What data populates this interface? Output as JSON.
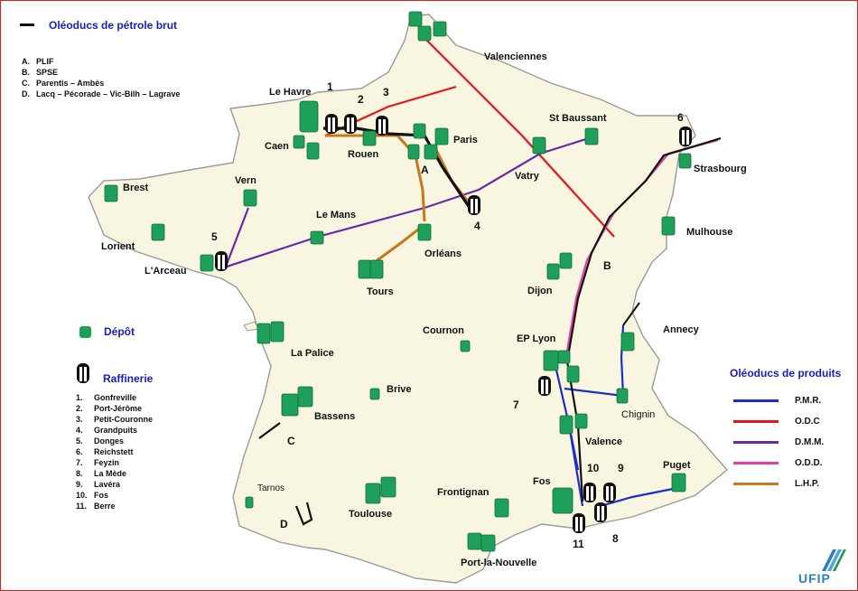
{
  "crude_legend": {
    "title": "Oléoducs de pétrole brut",
    "items": [
      {
        "key": "A.",
        "label": "PLIF"
      },
      {
        "key": "B.",
        "label": "SPSE"
      },
      {
        "key": "C.",
        "label": "Parentis – Ambès"
      },
      {
        "key": "D.",
        "label": "Lacq – Pécorade – Vic-Bilh – Lagrave"
      }
    ]
  },
  "depot_legend": {
    "label": "Dépôt"
  },
  "refinery_legend": {
    "title": "Raffinerie",
    "items": [
      {
        "key": "1.",
        "label": "Gonfreville"
      },
      {
        "key": "2.",
        "label": "Port-Jérôme"
      },
      {
        "key": "3.",
        "label": "Petit-Couronne"
      },
      {
        "key": "4.",
        "label": "Grandpuits"
      },
      {
        "key": "5.",
        "label": "Donges"
      },
      {
        "key": "6.",
        "label": "Reichstett"
      },
      {
        "key": "7.",
        "label": "Feyzin"
      },
      {
        "key": "8.",
        "label": "La Mède"
      },
      {
        "key": "9.",
        "label": "Lavéra"
      },
      {
        "key": "10.",
        "label": "Fos"
      },
      {
        "key": "11.",
        "label": "Berre"
      }
    ]
  },
  "products_legend": {
    "title": "Oléoducs de produits",
    "items": [
      {
        "label": "P.M.R.",
        "color": "#1a2ecc"
      },
      {
        "label": "O.D.C",
        "color": "#e8141c"
      },
      {
        "label": "D.M.M.",
        "color": "#6a2aa6"
      },
      {
        "label": "O.D.D.",
        "color": "#e040a8"
      },
      {
        "label": "L.H.P.",
        "color": "#c87818"
      }
    ]
  },
  "cities": {
    "le_havre": "Le Havre",
    "valenciennes": "Valenciennes",
    "caen": "Caen",
    "rouen": "Rouen",
    "paris": "Paris",
    "st_baussant": "St Baussant",
    "strasbourg": "Strasbourg",
    "brest": "Brest",
    "vern": "Vern",
    "vatry": "Vatry",
    "le_mans": "Le Mans",
    "lorient": "Lorient",
    "larceau": "L'Arceau",
    "orleans": "Orléans",
    "mulhouse": "Mulhouse",
    "tours": "Tours",
    "dijon": "Dijon",
    "cournon": "Cournon",
    "ep_lyon": "EP Lyon",
    "annecy": "Annecy",
    "la_palice": "La Palice",
    "brive": "Brive",
    "bassens": "Bassens",
    "chignin": "Chignin",
    "valence": "Valence",
    "puget": "Puget",
    "tarnos": "Tarnos",
    "toulouse": "Toulouse",
    "frontignan": "Frontignan",
    "fos": "Fos",
    "port_la_nouvelle": "Port-la-Nouvelle"
  },
  "pipeline_letters": {
    "a": "A",
    "b": "B",
    "c": "C",
    "d": "D"
  },
  "refinery_numbers": {
    "n1": "1",
    "n2": "2",
    "n3": "3",
    "n4": "4",
    "n5": "5",
    "n6": "6",
    "n7": "7",
    "n8": "8",
    "n9": "9",
    "n10": "10",
    "n11": "11"
  },
  "logo": {
    "text": "UFIP"
  },
  "colors": {
    "depot": "#1fa05a",
    "land": "#f8f6e0",
    "crude": "#111111",
    "frame": "#e02020"
  }
}
